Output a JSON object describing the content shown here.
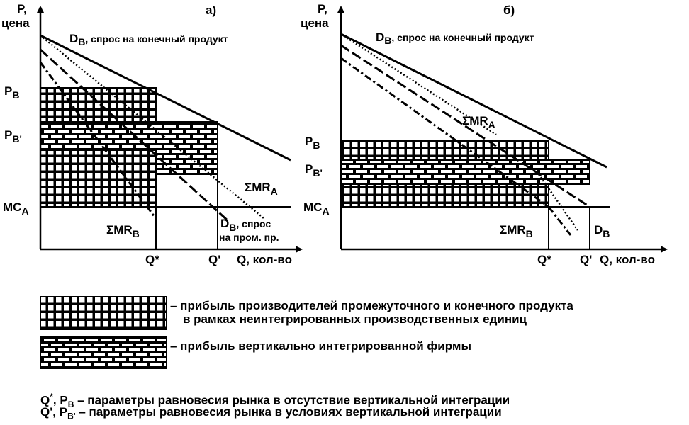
{
  "panel_a": {
    "title": "а)",
    "y_axis_label_1": "P,",
    "y_axis_label_2": "цена",
    "demand_final_label": "D",
    "demand_final_sub": "B",
    "demand_final_desc": ", спрос на конечный продукт",
    "pb_label": "P",
    "pb_sub": "B",
    "pb_prime_label": "P",
    "pb_prime_sub": "B'",
    "mc_label": "MC",
    "mc_sub": "A",
    "smr_a_label": "ΣMR",
    "smr_a_sub": "A",
    "smr_b_label": "ΣMR",
    "smr_b_sub": "B",
    "db_label": "D",
    "db_sub": "B",
    "db_desc_1": ", спрос",
    "db_desc_2": "на пром. пр.",
    "q_star": "Q*",
    "q_prime": "Q'",
    "x_axis_label": "Q, кол-во"
  },
  "panel_b": {
    "title": "б)",
    "y_axis_label_1": "P,",
    "y_axis_label_2": "цена",
    "demand_final_label": "D",
    "demand_final_sub": "B",
    "demand_final_desc": ", спрос на конечный продукт",
    "smr_a_label": "ΣMR",
    "smr_a_sub": "A",
    "pb_label": "P",
    "pb_sub": "B",
    "pb_prime_label": "P",
    "pb_prime_sub": "B'",
    "mc_label": "MC",
    "mc_sub": "A",
    "smr_b_label": "ΣMR",
    "smr_b_sub": "B",
    "db_label": "D",
    "db_sub": "B",
    "q_star": "Q*",
    "q_prime": "Q'",
    "x_axis_label": "Q, кол-во"
  },
  "legend": {
    "nonintegrated_1": "– прибыль производителей промежуточного и конечного продукта",
    "nonintegrated_2": "в рамках неинтегрированных производственных единиц",
    "integrated": "– прибыль вертикально интегрированной фирмы"
  },
  "notes": {
    "line1": "Q*, P – параметры равновесия рынка в отсутствие вертикальной интеграции",
    "line1_q": "Q",
    "line1_star": "*",
    "line1_p": ", P",
    "line1_sub": "B",
    "line1_rest": " – параметры равновесия рынка в отсутствие вертикальной интеграции",
    "line2_q": "Q', P",
    "line2_sub": "B'",
    "line2_rest": " – параметры равновесия рынка в условиях вертикальной интеграции"
  }
}
